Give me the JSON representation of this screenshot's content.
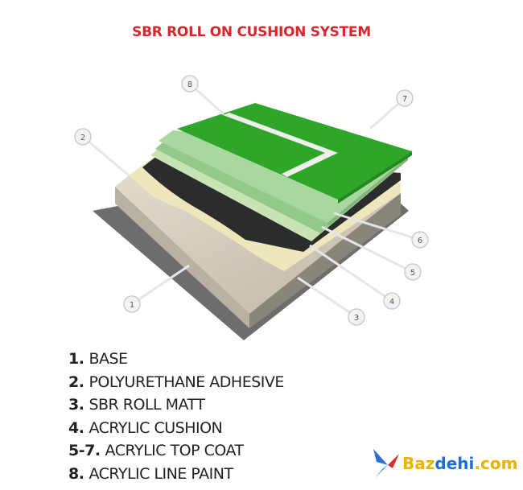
{
  "title": "SBR ROLL ON CUSHION SYSTEM",
  "callouts": [
    "1",
    "2",
    "3",
    "4",
    "5",
    "6",
    "7",
    "8"
  ],
  "legend": [
    {
      "num": "1.",
      "label": "BASE"
    },
    {
      "num": "2.",
      "label": "POLYURETHANE ADHESIVE"
    },
    {
      "num": "3.",
      "label": "SBR ROLL MATT"
    },
    {
      "num": "4.",
      "label": "ACRYLIC CUSHION"
    },
    {
      "num": "5-7.",
      "label": "ACRYLIC TOP COAT"
    },
    {
      "num": "8.",
      "label": "ACRYLIC LINE PAINT"
    }
  ],
  "watermark": {
    "part1": "Baz",
    "part2": "dehi",
    "part3": ".com"
  },
  "colors": {
    "title": "#d9262c",
    "top_green": "#2fa52a",
    "light_green": "#a8d7a0",
    "black": "#2a2c2e",
    "adhesive": "#efe9c0",
    "base": "#cfc8b8",
    "plate": "#6f6f6f"
  }
}
